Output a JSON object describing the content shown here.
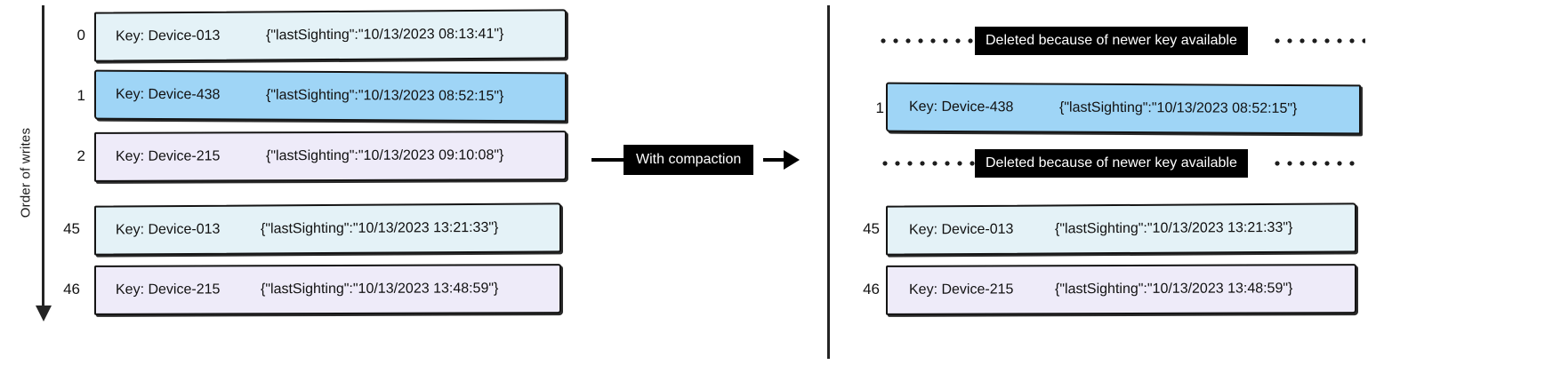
{
  "diagram": {
    "axis_label": "Order of writes",
    "transition": {
      "label": "With compaction",
      "arrow_icon": "right-arrow-icon"
    },
    "deleted_banner_text": "Deleted because of newer key available"
  },
  "before": {
    "rows": [
      {
        "index": "0",
        "key": "Key: Device-013",
        "value": "{\"lastSighting\":\"10/13/2023 08:13:41\"}",
        "fill": "lightblue"
      },
      {
        "index": "1",
        "key": "Key: Device-438",
        "value": "{\"lastSighting\":\"10/13/2023 08:52:15\"}",
        "fill": "blue"
      },
      {
        "index": "2",
        "key": "Key: Device-215",
        "value": "{\"lastSighting\":\"10/13/2023 09:10:08\"}",
        "fill": "lavender"
      },
      {
        "index": "45",
        "key": "Key: Device-013",
        "value": "{\"lastSighting\":\"10/13/2023 13:21:33\"}",
        "fill": "lightblue"
      },
      {
        "index": "46",
        "key": "Key: Device-215",
        "value": "{\"lastSighting\":\"10/13/2023 13:48:59\"}",
        "fill": "lavender"
      }
    ]
  },
  "after": {
    "rows": [
      {
        "type": "deleted",
        "text": "Deleted because of newer key available"
      },
      {
        "type": "record",
        "index": "1",
        "key": "Key: Device-438",
        "value": "{\"lastSighting\":\"10/13/2023 08:52:15\"}",
        "fill": "blue"
      },
      {
        "type": "deleted",
        "text": "Deleted because of newer key available"
      },
      {
        "type": "record",
        "index": "45",
        "key": "Key: Device-013",
        "value": "{\"lastSighting\":\"10/13/2023 13:21:33\"}",
        "fill": "lightblue"
      },
      {
        "type": "record",
        "index": "46",
        "key": "Key: Device-215",
        "value": "{\"lastSighting\":\"10/13/2023 13:48:59\"}",
        "fill": "lavender"
      }
    ]
  },
  "colors": {
    "fill_lightblue": "#e4f2f7",
    "fill_blue": "#9fd5f6",
    "fill_lavender": "#eeebf9",
    "stroke": "#141414",
    "banner_bg": "#000000",
    "banner_fg": "#ffffff"
  }
}
